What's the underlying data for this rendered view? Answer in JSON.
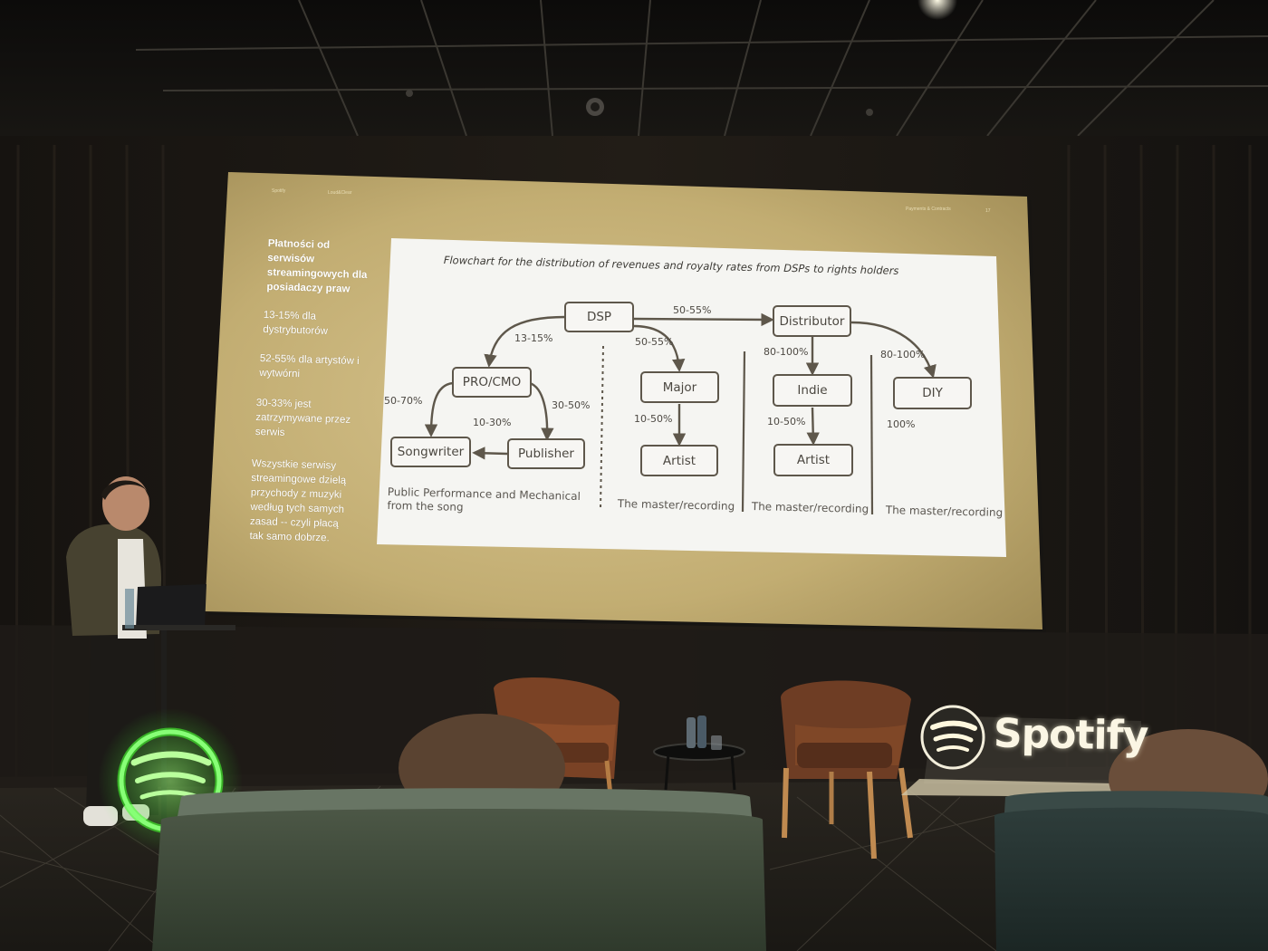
{
  "slide": {
    "header_left": "Spotify",
    "header_left2": "Loud&Clear",
    "header_right": "Payments & Contracts",
    "page_number": "17"
  },
  "sidebar": {
    "heading": [
      "Płatności od",
      "serwisów",
      "streamingowych dla",
      "posiadaczy praw"
    ],
    "point1": [
      "13-15% dla",
      "dystrybutorów"
    ],
    "point2": [
      "52-55% dla artystów i",
      "wytwórni"
    ],
    "point3": [
      "30-33%  jest",
      "zatrzymywane przez",
      "serwis"
    ],
    "point4": [
      "Wszystkie serwisy",
      "streamingowe dzielą",
      "przychody z muzyki",
      "według tych samych",
      "zasad -- czyli płacą",
      "tak samo dobrze."
    ]
  },
  "flowchart": {
    "title": "Flowchart for the distribution of revenues and royalty rates from DSPs to rights holders",
    "nodes": {
      "dsp": "DSP",
      "pro_cmo": "PRO/CMO",
      "songwriter": "Songwriter",
      "publisher": "Publisher",
      "major": "Major",
      "artist_major": "Artist",
      "distributor": "Distributor",
      "indie": "Indie",
      "artist_indie": "Artist",
      "diy": "DIY"
    },
    "labels": {
      "dsp_to_distributor": "50-55%",
      "dsp_to_pro": "13-15%",
      "dsp_to_major": "50-55%",
      "pro_to_songwriter": "50-70%",
      "pro_to_publisher": "30-50%",
      "publisher_to_songwriter": "10-30%",
      "major_to_artist": "10-50%",
      "distributor_to_indie": "80-100%",
      "distributor_to_diy": "80-100%",
      "indie_to_artist": "10-50%",
      "diy_share": "100%"
    },
    "captions": {
      "song": [
        "Public Performance and Mechanical",
        "from the song"
      ],
      "major_master": "The master/recording",
      "indie_master": "The master/recording",
      "diy_master": "The master/recording"
    }
  },
  "stage": {
    "brand_text": "Spotify"
  },
  "colors": {
    "slide_bg": "#c8b47c",
    "panel_bg": "#f5f5f2",
    "node_border": "#5e574b",
    "neon_green": "#56ff3f",
    "sofa_green": "#3f4a3a"
  }
}
